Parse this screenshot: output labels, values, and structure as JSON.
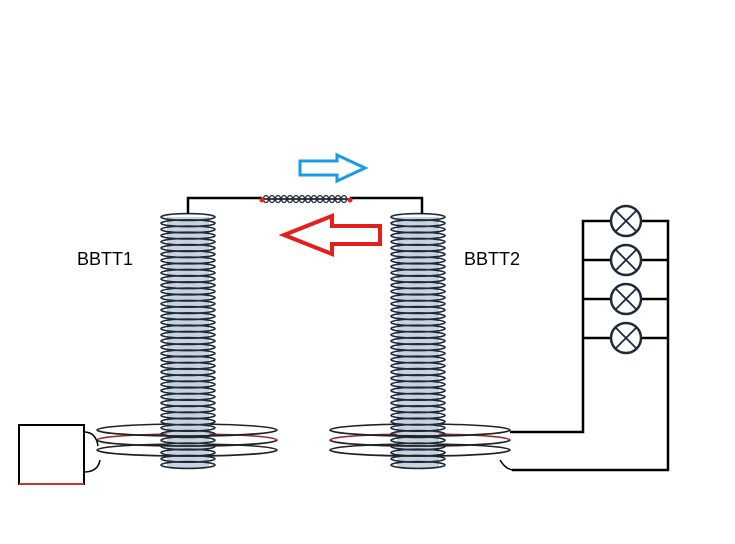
{
  "labels": {
    "left_coil": "BBTT1",
    "right_coil": "BBTT2"
  },
  "colors": {
    "wire": "#000000",
    "coil_stroke": "#1e2a3a",
    "coil_fill": "#ffffff",
    "coil_inner": "#c9d3e0",
    "arrow_forward": "#1a9be6",
    "arrow_back": "#e3201b",
    "source_box": "#000000",
    "source_bottom": "#c0392b"
  },
  "icons": {
    "lamp": "lamp-icon",
    "arrow_forward": "arrow-right-icon",
    "arrow_back": "arrow-left-icon"
  },
  "lamp_count": 4
}
